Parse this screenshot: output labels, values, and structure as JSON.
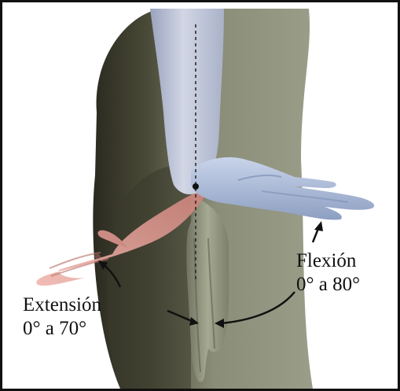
{
  "labels": {
    "flexion_title": "Flexión",
    "flexion_range": "0° a 80°",
    "extension_title": "Extensión",
    "extension_range": "0° a 70°"
  },
  "colors": {
    "frame_border": "#111111",
    "arm_neutral": "#b9c2d8",
    "hand_flexion": "#a7b8d6",
    "hand_extension": "#e9a9a2",
    "body": "#8a8d77",
    "label_text": "#111111"
  }
}
